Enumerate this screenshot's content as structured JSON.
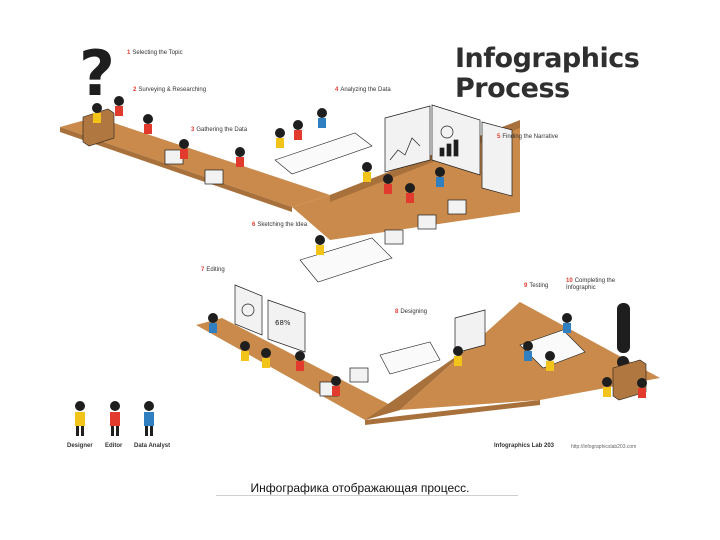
{
  "title": {
    "line1": "Infographics",
    "line2": "Process"
  },
  "steps": [
    {
      "num": "1",
      "label": "Selecting the Topic"
    },
    {
      "num": "2",
      "label": "Surveying & Researching"
    },
    {
      "num": "3",
      "label": "Gathering the Data"
    },
    {
      "num": "4",
      "label": "Analyzing the Data"
    },
    {
      "num": "5",
      "label": "Finding the Narrative"
    },
    {
      "num": "6",
      "label": "Sketching the Idea"
    },
    {
      "num": "7",
      "label": "Editing"
    },
    {
      "num": "8",
      "label": "Designing"
    },
    {
      "num": "9",
      "label": "Testing"
    },
    {
      "num": "10",
      "label": "Completing the Infographic"
    }
  ],
  "legend": [
    {
      "role": "Designer",
      "color": "#f2c318"
    },
    {
      "role": "Editor",
      "color": "#e23b2e"
    },
    {
      "role": "Data Analyst",
      "color": "#2f7fc1"
    }
  ],
  "footer": {
    "lab": "Infographics Lab 203",
    "url": "http://infographicslab203.com"
  },
  "caption": "Инфографика отображающая процесс.",
  "symbols": {
    "start": "?",
    "end": "!"
  },
  "colors": {
    "floor": "#c98a4b",
    "floor_side": "#a8703a",
    "ink": "#1e1e1e",
    "screen": "#f2f2f2"
  }
}
